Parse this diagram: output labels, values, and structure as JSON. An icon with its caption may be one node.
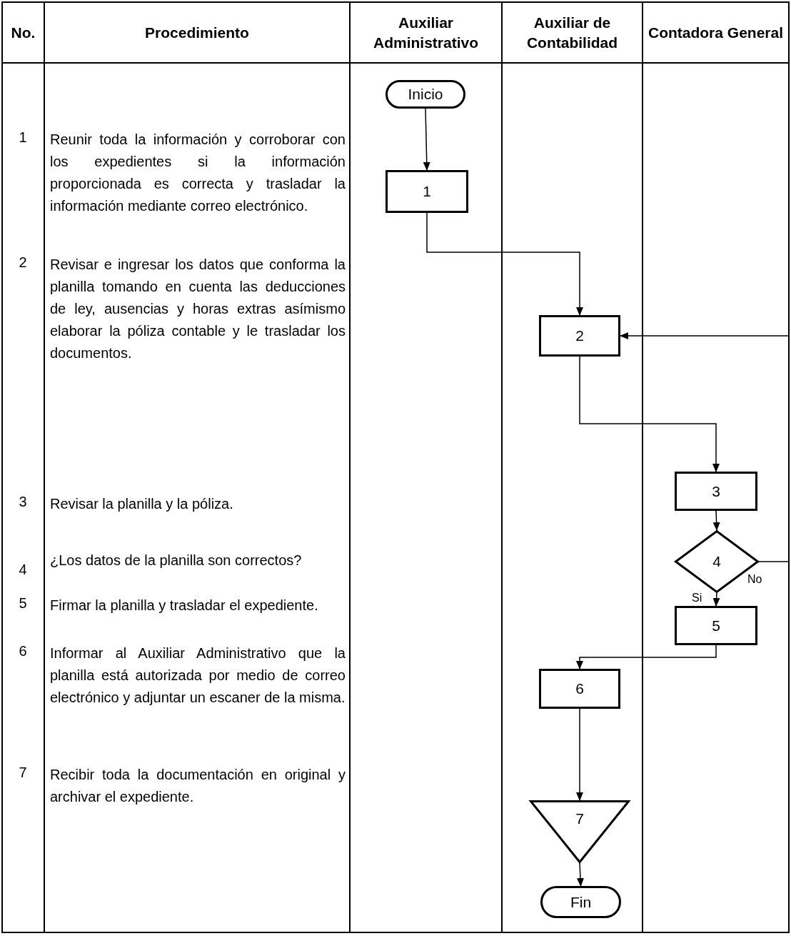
{
  "diagram": {
    "nodes": [
      {
        "text": [
          "Inicio"
        ]
      },
      {
        "text": [
          "1"
        ]
      },
      {
        "text": [
          "2"
        ]
      },
      {
        "text": [
          "3"
        ]
      },
      {
        "text": [
          "4"
        ]
      },
      {
        "text": [
          "5"
        ]
      },
      {
        "text": [
          "6"
        ]
      },
      {
        "text": [
          "7"
        ]
      },
      {
        "text": [
          "Fin"
        ]
      }
    ],
    "edges": [
      {
        "from": 0,
        "to": 1,
        "arrow": "to"
      },
      {
        "from": 1,
        "to": 2,
        "arrow": "to"
      },
      {
        "from": 2,
        "to": 3,
        "arrow": "to"
      },
      {
        "from": 3,
        "to": 4,
        "arrow": "to"
      },
      {
        "from": 4,
        "to": 5,
        "arrow": "to",
        "label": "Si"
      },
      {
        "from": 4,
        "to": 2,
        "arrow": "to",
        "label": "No"
      },
      {
        "from": 5,
        "to": 6,
        "arrow": "to"
      },
      {
        "from": 6,
        "to": 7,
        "arrow": "to"
      },
      {
        "from": 7,
        "to": 8,
        "arrow": "to"
      }
    ],
    "labels": [
      "No.",
      "Procedimiento",
      "Auxiliar Administrativo",
      "Auxiliar de Contabilidad",
      "Contadora General",
      "1",
      "Reunir toda la información y corroborar con los expedientes si la información proporcionada es correcta y trasladar la información mediante correo electrónico.",
      "2",
      "Revisar e ingresar los datos que conforma la planilla tomando en cuenta las deducciones de ley, ausencias y horas extras asímismo elaborar la póliza contable y le trasladar los documentos.",
      "3",
      "Revisar la planilla y la póliza.",
      "4",
      "¿Los datos de la planilla son correctos?",
      "5",
      "Firmar la planilla y trasladar el expediente.",
      "6",
      "Informar al Auxiliar Administrativo que la planilla está autorizada por medio de correo electrónico y adjuntar un escaner de la misma.",
      "7",
      "Recibir toda la documentación en original y archivar el expediente."
    ]
  }
}
